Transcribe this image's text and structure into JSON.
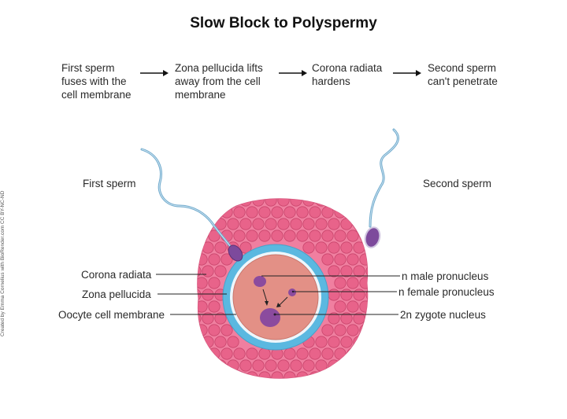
{
  "title": "Slow Block to Polyspermy",
  "steps": [
    {
      "line1": "First sperm",
      "line2": "fuses with the",
      "line3": "cell membrane"
    },
    {
      "line1": "Zona pellucida lifts",
      "line2": "away from the cell",
      "line3": "membrane"
    },
    {
      "line1": "Corona radiata",
      "line2": "hardens",
      "line3": ""
    },
    {
      "line1": "Second sperm",
      "line2": "can't penetrate",
      "line3": ""
    }
  ],
  "labels": {
    "first_sperm": "First sperm",
    "second_sperm": "Second sperm",
    "corona_radiata": "Corona radiata",
    "zona_pellucida": "Zona pellucida",
    "oocyte_membrane": "Oocyte cell membrane",
    "male_pronucleus": "n male pronucleus",
    "female_pronucleus": "n female pronucleus",
    "zygote_nucleus": "2n zygote nucleus"
  },
  "credit": "Created by Emma Cornelius with BioRender.com CC BY-NC-ND",
  "colors": {
    "corona_cell": "#e8638a",
    "corona_cell_edge": "#c9456c",
    "corona_bg": "#f07fa0",
    "zona": "#5bb8e0",
    "oocyte": "#e39086",
    "nucleus": "#8b4b9e",
    "sperm_head": "#7d4a9c",
    "sperm_tail": "#6fa9cc"
  }
}
